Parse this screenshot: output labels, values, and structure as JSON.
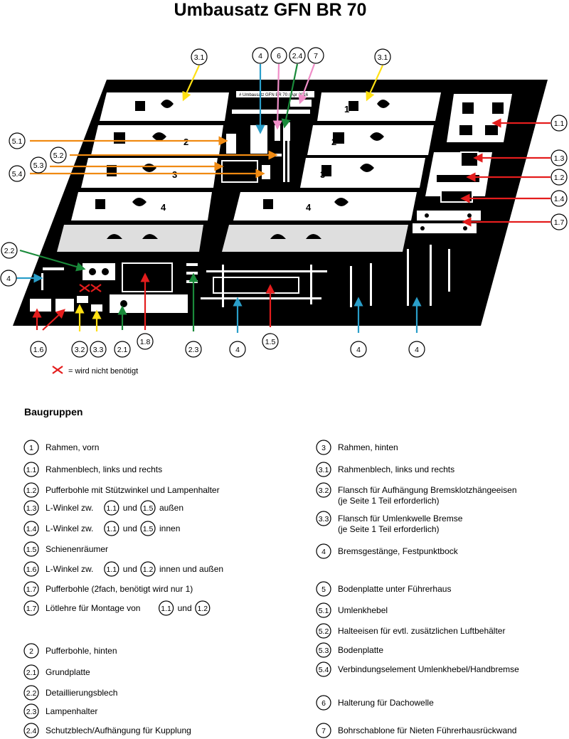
{
  "title": "Umbausatz GFN BR 70",
  "colors": {
    "red": "#e41d1d",
    "orange": "#f08a12",
    "yellow": "#ffe014",
    "green": "#1a8a3a",
    "blue": "#2a9ec9",
    "pink": "#f08ec8"
  },
  "panel_numbers": [
    "1",
    "2",
    "3",
    "4",
    "1",
    "2",
    "3",
    "4"
  ],
  "etch_text": "# Umbausatz GFN BR 70 / Apr 2016",
  "callouts": [
    {
      "id": "c-3-1-left",
      "label": "3.1"
    },
    {
      "id": "c-4-top",
      "label": "4"
    },
    {
      "id": "c-6",
      "label": "6"
    },
    {
      "id": "c-2-4",
      "label": "2.4"
    },
    {
      "id": "c-7",
      "label": "7"
    },
    {
      "id": "c-3-1-right",
      "label": "3.1"
    },
    {
      "id": "c-1-1",
      "label": "1.1"
    },
    {
      "id": "c-1-3",
      "label": "1.3"
    },
    {
      "id": "c-1-2",
      "label": "1.2"
    },
    {
      "id": "c-1-4",
      "label": "1.4"
    },
    {
      "id": "c-1-7",
      "label": "1.7"
    },
    {
      "id": "c-5-1",
      "label": "5.1"
    },
    {
      "id": "c-5-2",
      "label": "5.2"
    },
    {
      "id": "c-5-3",
      "label": "5.3"
    },
    {
      "id": "c-5-4",
      "label": "5.4"
    },
    {
      "id": "c-2-2",
      "label": "2.2"
    },
    {
      "id": "c-4-left",
      "label": "4"
    },
    {
      "id": "c-1-6",
      "label": "1.6"
    },
    {
      "id": "c-3-2",
      "label": "3.2"
    },
    {
      "id": "c-3-3",
      "label": "3.3"
    },
    {
      "id": "c-2-1",
      "label": "2.1"
    },
    {
      "id": "c-1-8",
      "label": "1.8"
    },
    {
      "id": "c-2-3",
      "label": "2.3"
    },
    {
      "id": "c-4-b1",
      "label": "4"
    },
    {
      "id": "c-1-5",
      "label": "1.5"
    },
    {
      "id": "c-4-b2",
      "label": "4"
    },
    {
      "id": "c-4-b3",
      "label": "4"
    }
  ],
  "not_needed_note": "= wird nicht benötigt",
  "section_title": "Baugruppen",
  "legend_left": [
    {
      "badge": "1",
      "parts": [
        {
          "t": "Rahmen, vorn"
        }
      ]
    },
    {
      "badge": "1.1",
      "parts": [
        {
          "t": "Rahmenblech, links und rechts"
        }
      ]
    },
    {
      "badge": "1.2",
      "parts": [
        {
          "t": "Pufferbohle mit Stützwinkel und Lampenhalter"
        }
      ]
    },
    {
      "badge": "1.3",
      "parts": [
        {
          "t": "L-Winkel zw."
        },
        {
          "b": "1.1"
        },
        {
          "t": "und"
        },
        {
          "b": "1.5"
        },
        {
          "t": "außen"
        }
      ]
    },
    {
      "badge": "1.4",
      "parts": [
        {
          "t": "L-Winkel zw."
        },
        {
          "b": "1.1"
        },
        {
          "t": "und"
        },
        {
          "b": "1.5"
        },
        {
          "t": "innen"
        }
      ]
    },
    {
      "badge": "1.5",
      "parts": [
        {
          "t": "Schienenräumer"
        }
      ]
    },
    {
      "badge": "1.6",
      "parts": [
        {
          "t": "L-Winkel zw."
        },
        {
          "b": "1.1"
        },
        {
          "t": "und"
        },
        {
          "b": "1.2"
        },
        {
          "t": "innen und außen"
        }
      ]
    },
    {
      "badge": "1.7",
      "parts": [
        {
          "t": "Pufferbohle (2fach, benötigt wird nur 1)"
        }
      ]
    },
    {
      "badge": "1.7",
      "parts": [
        {
          "t": "Lötlehre für Montage von"
        },
        {
          "b": "1.1"
        },
        {
          "t": "und"
        },
        {
          "b": "1.2"
        }
      ]
    },
    {
      "badge": "2",
      "parts": [
        {
          "t": "Pufferbohle, hinten"
        }
      ]
    },
    {
      "badge": "2.1",
      "parts": [
        {
          "t": "Grundplatte"
        }
      ]
    },
    {
      "badge": "2.2",
      "parts": [
        {
          "t": "Detaillierungsblech"
        }
      ]
    },
    {
      "badge": "2.3",
      "parts": [
        {
          "t": "Lampenhalter"
        }
      ]
    },
    {
      "badge": "2.4",
      "parts": [
        {
          "t": "Schutzblech/Aufhängung für Kupplung"
        }
      ]
    }
  ],
  "legend_right": [
    {
      "badge": "3",
      "lines": [
        "Rahmen, hinten"
      ]
    },
    {
      "badge": "3.1",
      "lines": [
        "Rahmenblech, links und rechts"
      ]
    },
    {
      "badge": "3.2",
      "lines": [
        "Flansch für Aufhängung Bremsklotzhängeeisen",
        "(je Seite 1 Teil erforderlich)"
      ]
    },
    {
      "badge": "3.3",
      "lines": [
        "Flansch für Umlenkwelle Bremse",
        "(je Seite 1 Teil erforderlich)"
      ]
    },
    {
      "badge": "4",
      "lines": [
        "Bremsgestänge, Festpunktbock"
      ]
    },
    {
      "badge": "5",
      "lines": [
        "Bodenplatte unter Führerhaus"
      ]
    },
    {
      "badge": "5.1",
      "lines": [
        "Umlenkhebel"
      ]
    },
    {
      "badge": "5.2",
      "lines": [
        "Halteeisen für evtl. zusätzlichen Luftbehälter"
      ]
    },
    {
      "badge": "5.3",
      "lines": [
        "Bodenplatte"
      ]
    },
    {
      "badge": "5.4",
      "lines": [
        "Verbindungselement Umlenkhebel/Handbremse"
      ]
    },
    {
      "badge": "6",
      "lines": [
        "Halterung für Dachowelle"
      ]
    },
    {
      "badge": "7",
      "lines": [
        "Bohrschablone für Nieten Führerhausrückwand"
      ]
    }
  ]
}
